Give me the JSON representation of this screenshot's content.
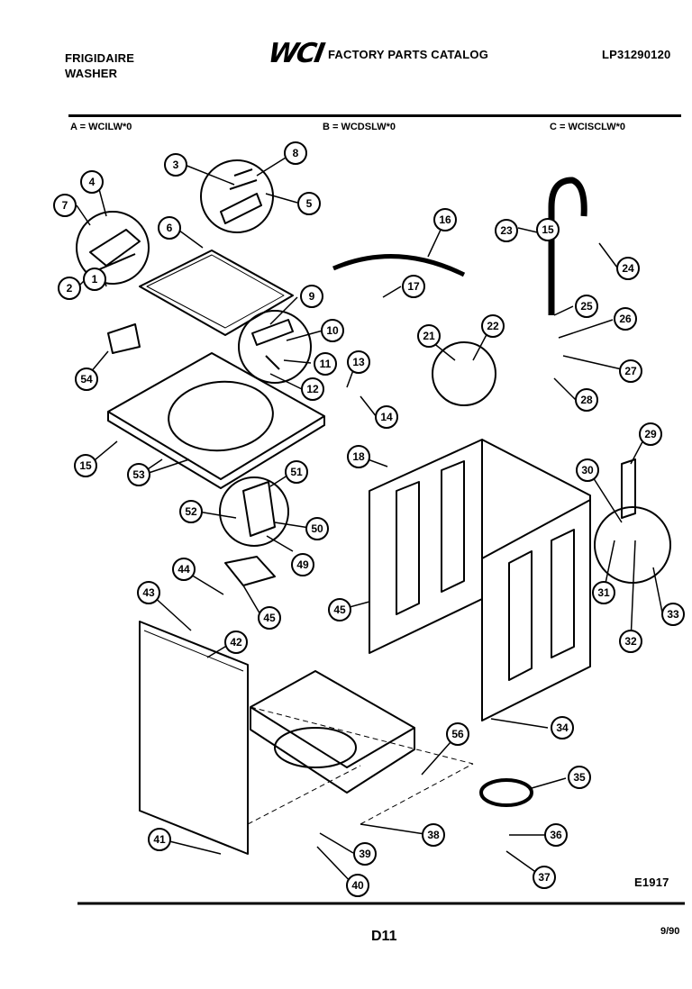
{
  "header": {
    "brand": "FRIGIDAIRE",
    "product": "WASHER",
    "logo": "WCI",
    "catalog_title": "FACTORY PARTS CATALOG",
    "catalog_number": "LP31290120"
  },
  "models": {
    "a": "A = WCILW*0",
    "b": "B = WCDSLW*0",
    "c": "C = WCISCLW*0"
  },
  "figure_code": "E1917",
  "footer": {
    "page": "D11",
    "date": "9/90"
  },
  "callouts": [
    {
      "id": "c1",
      "label": "1"
    },
    {
      "id": "c2",
      "label": "2"
    },
    {
      "id": "c3",
      "label": "3"
    },
    {
      "id": "c4",
      "label": "4"
    },
    {
      "id": "c5",
      "label": "5"
    },
    {
      "id": "c6",
      "label": "6"
    },
    {
      "id": "c7",
      "label": "7"
    },
    {
      "id": "c8",
      "label": "8"
    },
    {
      "id": "c9",
      "label": "9"
    },
    {
      "id": "c10",
      "label": "10"
    },
    {
      "id": "c11",
      "label": "11"
    },
    {
      "id": "c12",
      "label": "12"
    },
    {
      "id": "c13",
      "label": "13"
    },
    {
      "id": "c14",
      "label": "14"
    },
    {
      "id": "c15a",
      "label": "15"
    },
    {
      "id": "c15b",
      "label": "15"
    },
    {
      "id": "c16",
      "label": "16"
    },
    {
      "id": "c17",
      "label": "17"
    },
    {
      "id": "c18",
      "label": "18"
    },
    {
      "id": "c21",
      "label": "21"
    },
    {
      "id": "c22",
      "label": "22"
    },
    {
      "id": "c23",
      "label": "23"
    },
    {
      "id": "c24",
      "label": "24"
    },
    {
      "id": "c25",
      "label": "25"
    },
    {
      "id": "c26",
      "label": "26"
    },
    {
      "id": "c27",
      "label": "27"
    },
    {
      "id": "c28",
      "label": "28"
    },
    {
      "id": "c29",
      "label": "29"
    },
    {
      "id": "c30",
      "label": "30"
    },
    {
      "id": "c31",
      "label": "31"
    },
    {
      "id": "c32",
      "label": "32"
    },
    {
      "id": "c33",
      "label": "33"
    },
    {
      "id": "c34",
      "label": "34"
    },
    {
      "id": "c35",
      "label": "35"
    },
    {
      "id": "c36",
      "label": "36"
    },
    {
      "id": "c37",
      "label": "37"
    },
    {
      "id": "c38",
      "label": "38"
    },
    {
      "id": "c39",
      "label": "39"
    },
    {
      "id": "c40",
      "label": "40"
    },
    {
      "id": "c41",
      "label": "41"
    },
    {
      "id": "c42",
      "label": "42"
    },
    {
      "id": "c43",
      "label": "43"
    },
    {
      "id": "c44",
      "label": "44"
    },
    {
      "id": "c45a",
      "label": "45"
    },
    {
      "id": "c45b",
      "label": "45"
    },
    {
      "id": "c49",
      "label": "49"
    },
    {
      "id": "c50",
      "label": "50"
    },
    {
      "id": "c51",
      "label": "51"
    },
    {
      "id": "c52",
      "label": "52"
    },
    {
      "id": "c53",
      "label": "53"
    },
    {
      "id": "c54",
      "label": "54"
    },
    {
      "id": "c56",
      "label": "56"
    }
  ]
}
